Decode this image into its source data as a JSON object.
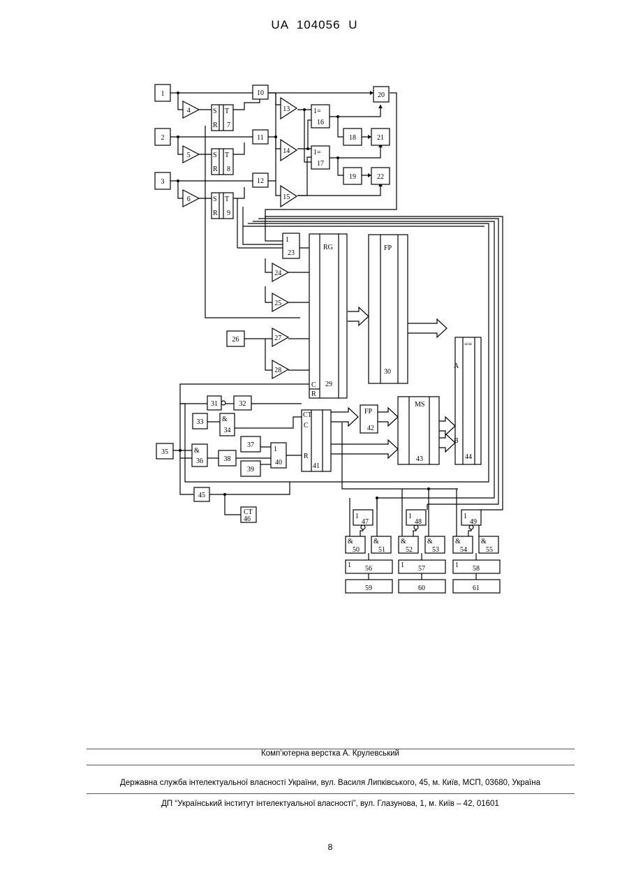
{
  "header": {
    "patent_number": "UA   104056   U"
  },
  "diagram": {
    "blocks": [
      {
        "id": "1",
        "label": "1"
      },
      {
        "id": "2",
        "label": "2"
      },
      {
        "id": "3",
        "label": "3"
      },
      {
        "id": "4",
        "label": "4"
      },
      {
        "id": "5",
        "label": "5"
      },
      {
        "id": "6",
        "label": "6"
      },
      {
        "id": "7",
        "label": "7",
        "type": "S T R"
      },
      {
        "id": "8",
        "label": "8",
        "type": "S T R"
      },
      {
        "id": "9",
        "label": "9",
        "type": "S T R"
      },
      {
        "id": "10",
        "label": "10"
      },
      {
        "id": "11",
        "label": "11"
      },
      {
        "id": "12",
        "label": "12"
      },
      {
        "id": "13",
        "label": "13"
      },
      {
        "id": "14",
        "label": "14"
      },
      {
        "id": "15",
        "label": "15"
      },
      {
        "id": "16",
        "label": "16",
        "type": "1="
      },
      {
        "id": "17",
        "label": "17",
        "type": "1="
      },
      {
        "id": "18",
        "label": "18"
      },
      {
        "id": "19",
        "label": "19"
      },
      {
        "id": "20",
        "label": "20"
      },
      {
        "id": "21",
        "label": "21"
      },
      {
        "id": "22",
        "label": "22"
      },
      {
        "id": "23",
        "label": "23",
        "type": "1"
      },
      {
        "id": "24",
        "label": "24"
      },
      {
        "id": "25",
        "label": "25"
      },
      {
        "id": "26",
        "label": "26"
      },
      {
        "id": "27",
        "label": "27"
      },
      {
        "id": "28",
        "label": "28"
      },
      {
        "id": "29",
        "label": "29",
        "type": "RG"
      },
      {
        "id": "30",
        "label": "30",
        "type": "FP"
      },
      {
        "id": "31",
        "label": "31"
      },
      {
        "id": "32",
        "label": "32"
      },
      {
        "id": "33",
        "label": "33"
      },
      {
        "id": "34",
        "label": "34",
        "type": "&"
      },
      {
        "id": "35",
        "label": "35"
      },
      {
        "id": "36",
        "label": "36",
        "type": "&"
      },
      {
        "id": "37",
        "label": "37"
      },
      {
        "id": "38",
        "label": "38"
      },
      {
        "id": "39",
        "label": "39"
      },
      {
        "id": "40",
        "label": "40",
        "type": "1"
      },
      {
        "id": "41",
        "label": "41",
        "type": "CT"
      },
      {
        "id": "42",
        "label": "42",
        "type": "FP"
      },
      {
        "id": "43",
        "label": "43",
        "type": "MS"
      },
      {
        "id": "44",
        "label": "44",
        "type": "=="
      },
      {
        "id": "45",
        "label": "45"
      },
      {
        "id": "46",
        "label": "46",
        "type": "CT"
      },
      {
        "id": "47",
        "label": "47",
        "type": "1"
      },
      {
        "id": "48",
        "label": "48",
        "type": "1"
      },
      {
        "id": "49",
        "label": "49",
        "type": "1"
      },
      {
        "id": "50",
        "label": "50",
        "type": "&"
      },
      {
        "id": "51",
        "label": "51",
        "type": "&"
      },
      {
        "id": "52",
        "label": "52",
        "type": "&"
      },
      {
        "id": "53",
        "label": "53",
        "type": "&"
      },
      {
        "id": "54",
        "label": "54",
        "type": "&"
      },
      {
        "id": "55",
        "label": "55",
        "type": "&"
      },
      {
        "id": "56",
        "label": "56",
        "type": "1"
      },
      {
        "id": "57",
        "label": "57",
        "type": "1"
      },
      {
        "id": "58",
        "label": "58",
        "type": "1"
      },
      {
        "id": "59",
        "label": "59"
      },
      {
        "id": "60",
        "label": "60"
      },
      {
        "id": "61",
        "label": "61"
      }
    ],
    "pins": {
      "s": "S",
      "t": "T",
      "r": "R",
      "c": "C",
      "a": "A",
      "b": "B",
      "and": "&",
      "or": "1",
      "xor": "1="
    }
  },
  "footer": {
    "layout": "Комп’ютерна верстка А. Крулевський",
    "agency": "Державна служба інтелектуальної власності України, вул. Василя Липківського, 45, м. Київ, МСП, 03680, Україна",
    "institute": "ДП “Український інститут інтелектуальної власності”, вул. Глазунова, 1, м. Київ – 42, 01601",
    "page_number": "8"
  }
}
